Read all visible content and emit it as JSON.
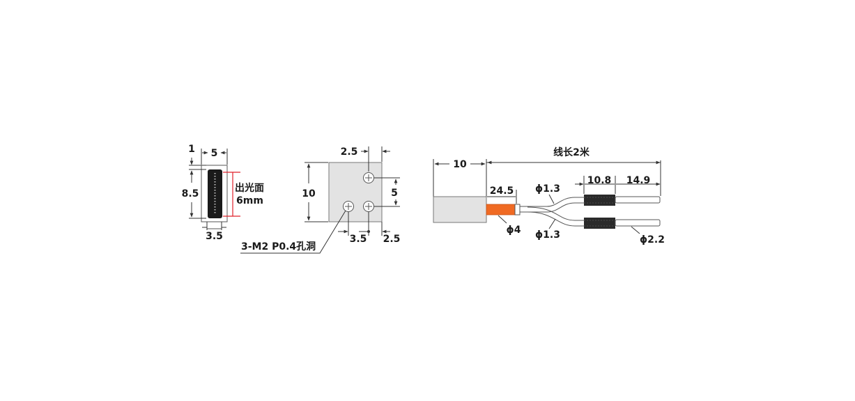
{
  "front_view": {
    "top_small": "1",
    "width": "5",
    "height": "8.5",
    "bottom": "3.5",
    "emit_label_1": "出光面",
    "emit_label_2": "6mm",
    "colors": {
      "emitter": "#1a1a1a",
      "red_line": "#e0202a"
    }
  },
  "mount_view": {
    "top_offset": "2.5",
    "height": "10",
    "hole_spacing_v": "5",
    "bottom_a": "3.5",
    "bottom_b": "2.5",
    "hole_label": "3-M2  P0.4孔洞"
  },
  "side_view": {
    "cable_length": "线长2米",
    "body_length": "10",
    "sleeve_length": "24.5",
    "sleeve_dia": "ϕ4",
    "fiber_dia_top": "ϕ1.3",
    "fiber_dia_bottom": "ϕ1.3",
    "connector_length": "10.8",
    "tip_length": "14.9",
    "tip_dia": "ϕ2.2",
    "colors": {
      "sleeve": "#f06a23",
      "body": "#e3e3e3"
    }
  }
}
